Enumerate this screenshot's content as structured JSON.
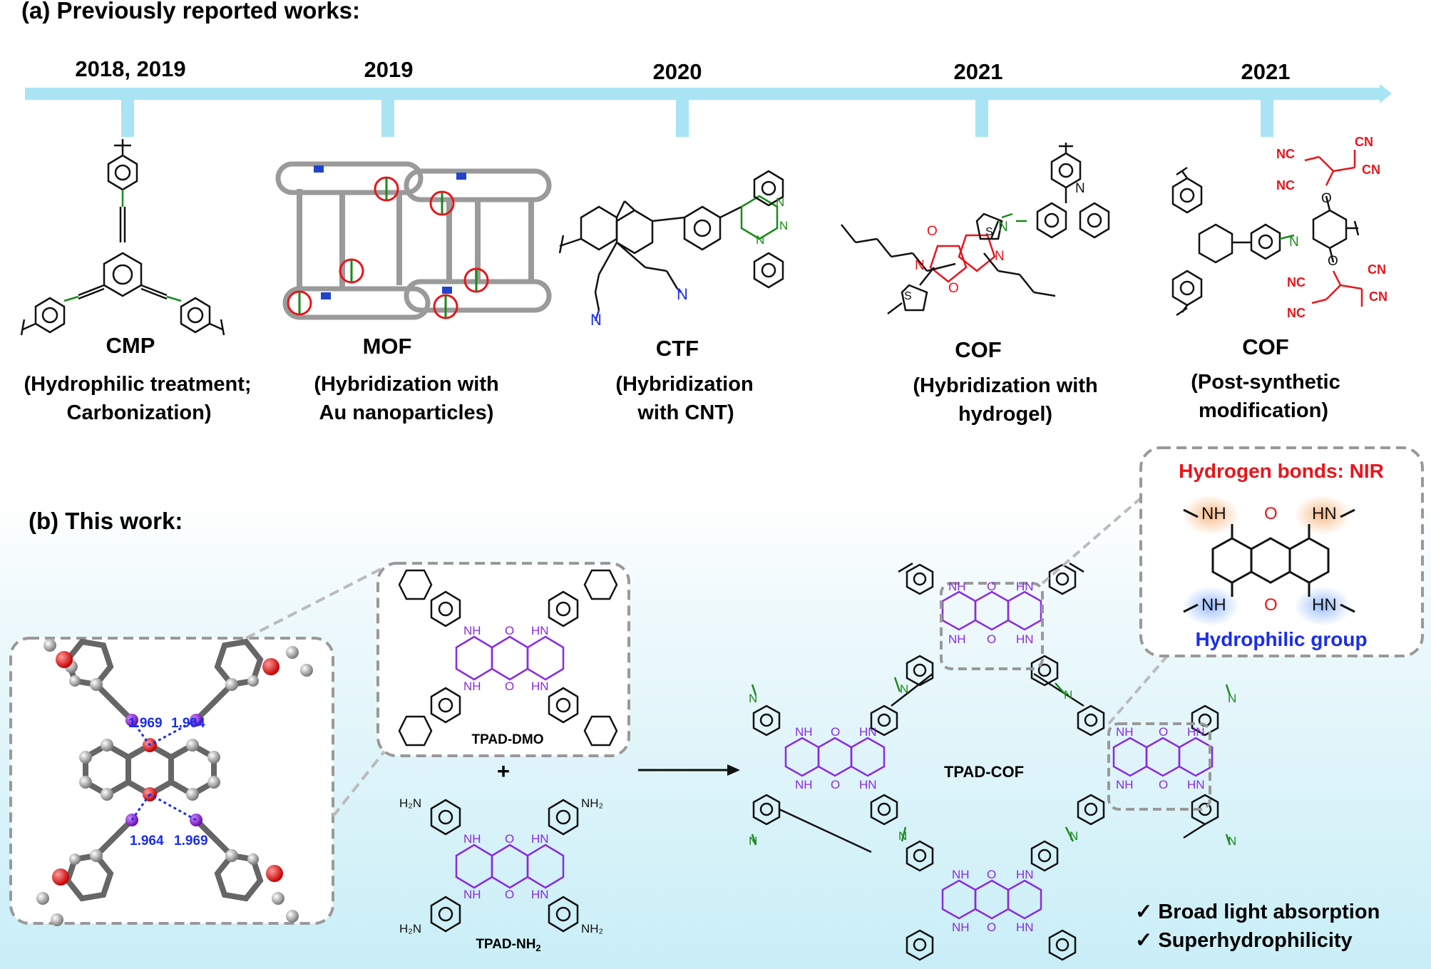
{
  "panel_a": {
    "heading": "(a) Previously reported works:",
    "timeline": [
      {
        "year": "2018, 2019",
        "type": "CMP",
        "desc_lines": [
          "(Hydrophilic treatment;",
          "Carbonization)"
        ]
      },
      {
        "year": "2019",
        "type": "MOF",
        "desc_lines": [
          "(Hybridization with",
          "Au nanoparticles)"
        ]
      },
      {
        "year": "2020",
        "type": "CTF",
        "desc_lines": [
          "(Hybridization",
          "with CNT)"
        ]
      },
      {
        "year": "2021",
        "type": "COF",
        "desc_lines": [
          "(Hybridization with",
          "hydrogel)"
        ]
      },
      {
        "year": "2021",
        "type": "COF",
        "desc_lines": [
          "(Post-synthetic",
          "modification)"
        ]
      }
    ],
    "cn_label": "NC",
    "cn_label2": "CN"
  },
  "panel_b": {
    "heading": "(b) This work:",
    "bond_lengths": [
      "1.969",
      "1.964",
      "1.964",
      "1.969"
    ],
    "monomer1": "TPAD-DMO",
    "plus": "+",
    "monomer2": "TPAD-NH",
    "monomer2_sub": "2",
    "nh2_label": "H₂N",
    "nh2_label_r": "NH₂",
    "product": "TPAD-COF",
    "inset_title": "Hydrogen bonds: NIR",
    "inset_footer": "Hydrophilic group",
    "nh": "NH",
    "hn": "HN",
    "o": "O",
    "n": "N",
    "s": "S",
    "features": [
      "✓  Broad light absorption",
      "✓  Superhydrophilicity"
    ]
  },
  "colors": {
    "arrow": "#a8e4f3",
    "core": "#8a2be2",
    "imine": "#1a8a1a",
    "red": "#e8151b",
    "blue": "#1b2ee8",
    "dash": "#999999"
  }
}
